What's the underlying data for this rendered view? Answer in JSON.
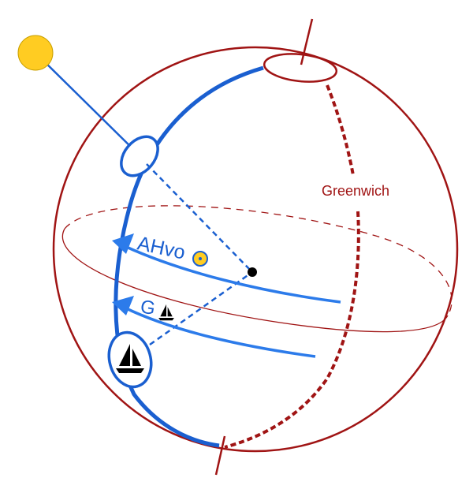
{
  "labels": {
    "greenwich": "Greenwich",
    "ahvo": "AHvo",
    "g": "G"
  },
  "icons": {
    "sun": "sun-icon",
    "sun_symbol": "sun-symbol-icon",
    "sailboat": "sailboat-icon"
  },
  "colors": {
    "earth": "#A01414",
    "blue": "#1A5FD0",
    "arrow_blue": "#2C7BEA",
    "sun": "#FFCC22"
  }
}
